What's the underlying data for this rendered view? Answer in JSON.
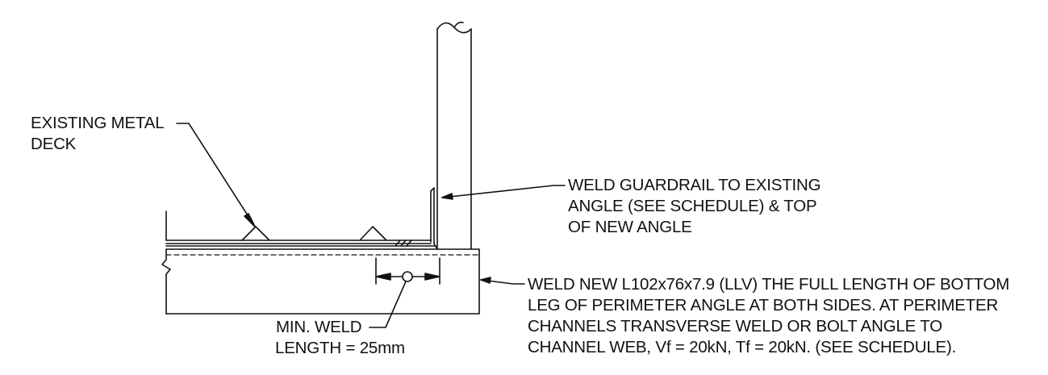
{
  "notes": {
    "deck": [
      "EXISTING METAL",
      "DECK"
    ],
    "guardrail_weld": [
      "WELD GUARDRAIL TO EXISTING",
      "ANGLE (SEE SCHEDULE) & TOP",
      "OF NEW ANGLE"
    ],
    "angle_weld": [
      "WELD NEW L102x76x7.9 (LLV) THE FULL LENGTH OF BOTTOM",
      "LEG OF PERIMETER ANGLE AT BOTH SIDES. AT PERIMETER",
      "CHANNELS TRANSVERSE WELD OR BOLT ANGLE TO",
      "CHANNEL WEB, Vf = 20kN, Tf = 20kN. (SEE SCHEDULE)."
    ],
    "min_weld": [
      "MIN. WELD",
      "LENGTH = 25mm"
    ]
  },
  "colors": {
    "line": "#111111",
    "background": "#ffffff"
  }
}
